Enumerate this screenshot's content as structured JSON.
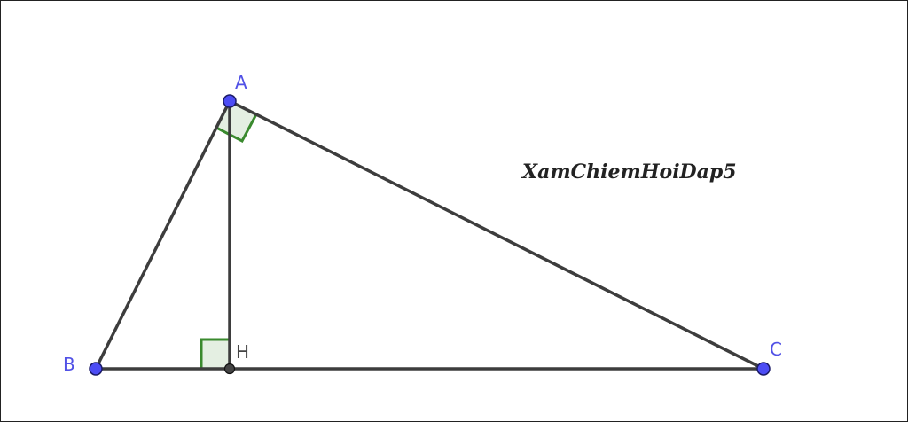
{
  "figure": {
    "points": [
      {
        "id": "A",
        "label": "A",
        "kind": "free"
      },
      {
        "id": "B",
        "label": "B",
        "kind": "free"
      },
      {
        "id": "C",
        "label": "C",
        "kind": "free"
      },
      {
        "id": "H",
        "label": "H",
        "kind": "foot"
      }
    ],
    "segments": [
      [
        "A",
        "B"
      ],
      [
        "A",
        "C"
      ],
      [
        "B",
        "C"
      ],
      [
        "A",
        "H"
      ]
    ],
    "right_angles": [
      "A",
      "H"
    ],
    "watermark": "XamChiemHoiDap5"
  },
  "colors": {
    "point_fill": "#4c4cf4",
    "point_label": "#5151e6",
    "foot_fill": "#444444",
    "foot_label": "#444444",
    "segment": "#3d3d3d",
    "angle_stroke": "#3a8a2e",
    "angle_fill": "#e4efe2",
    "watermark": "#222222"
  }
}
